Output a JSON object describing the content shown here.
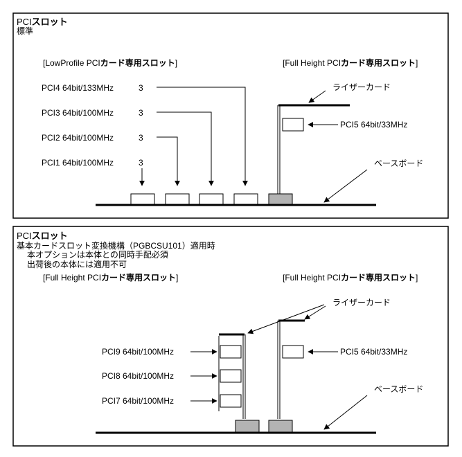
{
  "panel1": {
    "title_prefix": "PCI",
    "title_bold": "スロット",
    "subtitle": "標準",
    "left_group_prefix": "[LowProfile PCI",
    "left_group_bold": "カード専用スロット",
    "left_group_suffix": "]",
    "right_group_prefix": "[Full Height PCI",
    "right_group_bold": "カード専用スロット",
    "right_group_suffix": "]",
    "slots": [
      {
        "label": "PCI4 64bit/133MHz",
        "count": "3"
      },
      {
        "label": "PCI3 64bit/100MHz",
        "count": "3"
      },
      {
        "label": "PCI2 64bit/100MHz",
        "count": "3"
      },
      {
        "label": "PCI1 64bit/100MHz",
        "count": "3"
      }
    ],
    "riser_label": "ライザーカード",
    "pci5_label": "PCI5 64bit/33MHz",
    "base_label": "ベースボード"
  },
  "panel2": {
    "title_prefix": "PCI",
    "title_bold": "スロット",
    "line1": "基本カードスロット変換機構（PGBCSU101）適用時",
    "line2": "本オプションは本体との同時手配必須",
    "line3": "出荷後の本体には適用不可",
    "left_group_prefix": "[Full Height PCI",
    "left_group_bold": "カード専用スロット",
    "left_group_suffix": "]",
    "right_group_prefix": "[Full Height PCI",
    "right_group_bold": "カード専用スロット",
    "right_group_suffix": "]",
    "riser_label": "ライザーカード",
    "slots": [
      {
        "label": "PCI9 64bit/100MHz"
      },
      {
        "label": "PCI8 64bit/100MHz"
      },
      {
        "label": "PCI7 64bit/100MHz"
      }
    ],
    "pci5_label": "PCI5 64bit/33MHz",
    "base_label": "ベースボード"
  }
}
